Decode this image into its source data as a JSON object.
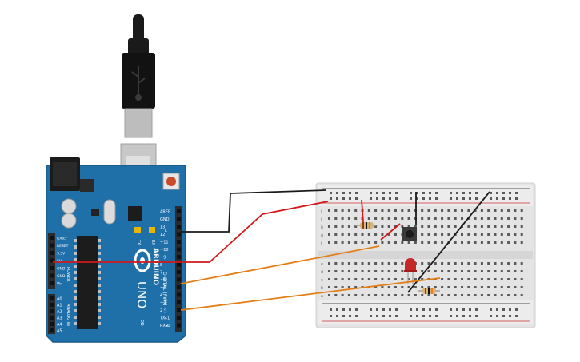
{
  "board": {
    "brand": "ARDUINO",
    "model": "UNO",
    "on_label": "ON",
    "l_label": "L",
    "tx_label": "TX",
    "rx_label": "RX",
    "digital_label": "DIGITAL (PWM ~)",
    "power_label": "POWER",
    "analog_label": "ANALOG IN",
    "top_pins": [
      "AREF",
      "GND",
      "13",
      "12",
      "~11",
      "~10",
      "~9",
      "8",
      "7",
      "~6",
      "~5",
      "4",
      "~3",
      "2",
      "TX▸1",
      "RX◂0"
    ],
    "power_pins": [
      "IOREF",
      "RESET",
      "3.3V",
      "5V",
      "GND",
      "GND",
      "Vin"
    ],
    "analog_pins": [
      "A0",
      "A1",
      "A2",
      "A3",
      "A4",
      "A5"
    ],
    "colors": {
      "pcb": "#1f6fa8",
      "header": "#2b2b2b",
      "chip": "#1c1c1c"
    }
  },
  "breadboard": {
    "row_letters_top": [
      "j",
      "i",
      "h",
      "g",
      "f"
    ],
    "row_letters_bottom": [
      "e",
      "d",
      "c",
      "b",
      "a"
    ],
    "columns": 30,
    "colors": {
      "body": "#e4e4e4",
      "hole": "#5a5a5a",
      "rail_red": "#d32f2f",
      "rail_black": "#222222"
    }
  },
  "components": {
    "resistor_label": "resistor",
    "led_color": "#c62828",
    "button_color": "#3a3a3a"
  },
  "wires": {
    "colors": {
      "gnd": "#1b1b1b",
      "power": "#d0191b",
      "signal": "#e37e14"
    }
  }
}
